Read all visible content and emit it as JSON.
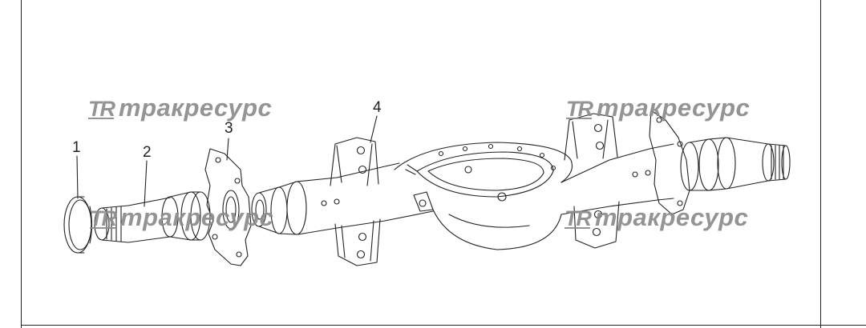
{
  "callouts": [
    {
      "number": "1",
      "part": "cap"
    },
    {
      "number": "2",
      "part": "axle-shaft"
    },
    {
      "number": "3",
      "part": "flange"
    },
    {
      "number": "4",
      "part": "axle-housing"
    }
  ],
  "watermark": {
    "logo_text": "TR",
    "brand_text": "тракресурс"
  },
  "colors": {
    "line": "#222222",
    "watermark": "#8c8c8c",
    "background": "#ffffff"
  }
}
